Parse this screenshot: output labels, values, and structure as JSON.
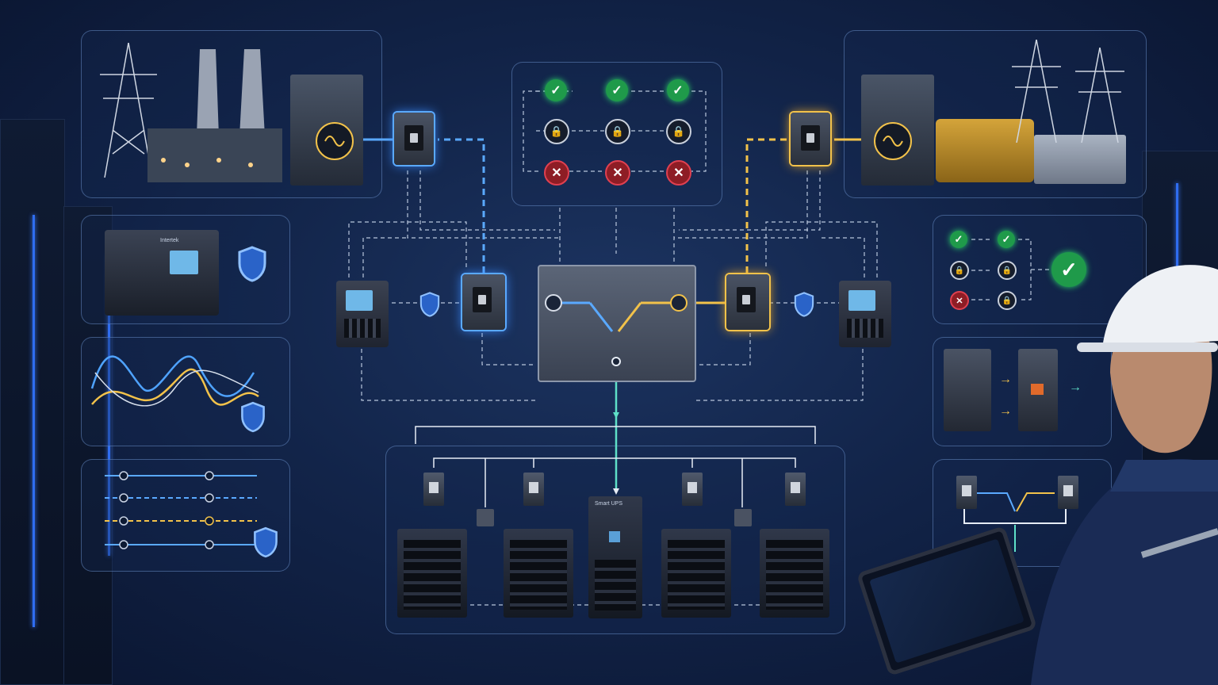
{
  "diagram": {
    "colors": {
      "background": "#122449",
      "utility_path": "#5aa9ff",
      "generator_path": "#f2c24a",
      "load_path": "#5ee0c8",
      "ok_status": "#1f9a4a",
      "error_status": "#e04050",
      "panel_border": "#78a0dc"
    },
    "nodes": {
      "utility_source": {
        "icon": "sine-wave-icon"
      },
      "generator_source": {
        "icon": "sine-wave-icon"
      },
      "transfer_switch": {
        "icon": "switch-icon"
      },
      "interlock_matrix": {
        "rows": [
          "ok",
          "lock",
          "error"
        ],
        "columns": 3
      },
      "side_status": {
        "rows": [
          "ok",
          "lock",
          "error"
        ],
        "result": "ok"
      },
      "load_bus": {
        "server_racks": 4,
        "feeder_breakers": 4
      }
    },
    "ui_text": {
      "relay_brand": "Intertek",
      "ups_label": "Smart UPS"
    }
  }
}
